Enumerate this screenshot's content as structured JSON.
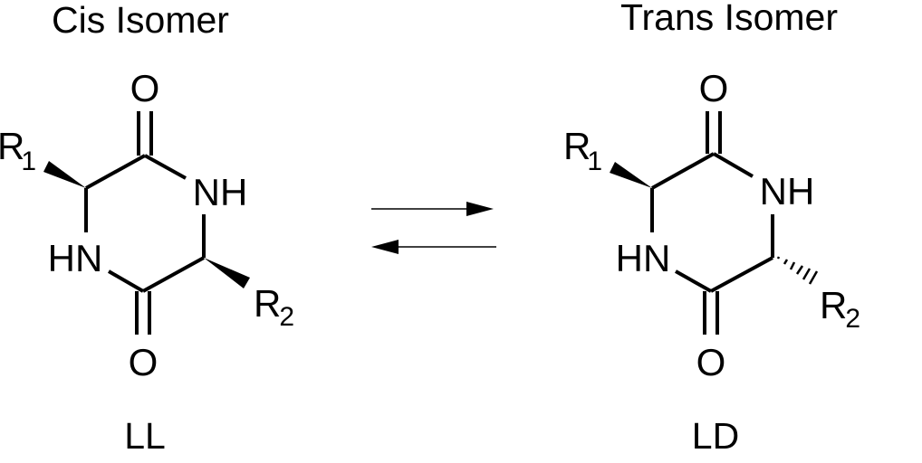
{
  "titles": {
    "cis": "Cis Isomer",
    "trans": "Trans Isomer"
  },
  "labels": {
    "cis": "LL",
    "trans": "LD"
  },
  "atoms": {
    "O": "O",
    "NH": "NH",
    "HN": "HN",
    "R": "R",
    "sub1": "1",
    "sub2": "2"
  },
  "equilibrium": "reversible"
}
